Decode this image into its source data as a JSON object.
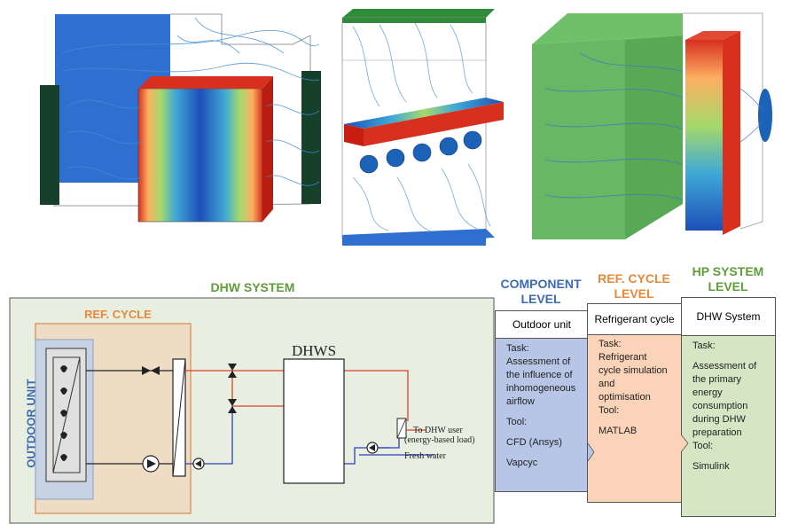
{
  "diagram": {
    "title": "DHW SYSTEM",
    "ref_cycle_label": "REF. CYCLE",
    "outdoor_unit_label": "OUTDOOR UNIT",
    "dhws_label": "DHWS",
    "to_user_label": "To DHW user",
    "to_user_sub": "(energy-based load)",
    "fresh_water_label": "Fresh water"
  },
  "levels": [
    {
      "heading": [
        "COMPONENT",
        "LEVEL"
      ],
      "color": "#3d6bb3",
      "title": "Outdoor unit",
      "task_label": "Task:",
      "task_text": [
        "Assessment of",
        "the influence of",
        "inhomogeneous",
        "airflow"
      ],
      "tool_label": "Tool:",
      "tools": [
        "CFD (Ansys)",
        "Vapcyc"
      ]
    },
    {
      "heading": [
        "REF. CYCLE",
        "LEVEL"
      ],
      "color": "#e8883a",
      "title": "Refrigerant cycle",
      "task_label": "Task:",
      "task_text": [
        "Refrigerant",
        "cycle simulation",
        "and",
        "optimisation"
      ],
      "tool_label": "Tool:",
      "tools": [
        "MATLAB"
      ]
    },
    {
      "heading": [
        "HP SYSTEM",
        "LEVEL"
      ],
      "color": "#5f9d3a",
      "title": "DHW System",
      "task_label": "Task:",
      "task_text": [
        "Assessment of",
        "the primary",
        "energy",
        "consumption",
        "during DHW",
        "preparation"
      ],
      "tool_label": "Tool:",
      "tools": [
        "Simulink"
      ]
    }
  ],
  "colors": {
    "component_fill": "#b7c6e6",
    "refcycle_fill": "#fad3b8",
    "hpsystem_fill": "#d4e6c4",
    "diagram_bg": "#e9efe0",
    "refcycle_bg": "#efdcc4",
    "outdoor_bg": "#c7d2e3",
    "hot_pipe": "#d9422b",
    "cold_pipe": "#2b3fc2"
  }
}
